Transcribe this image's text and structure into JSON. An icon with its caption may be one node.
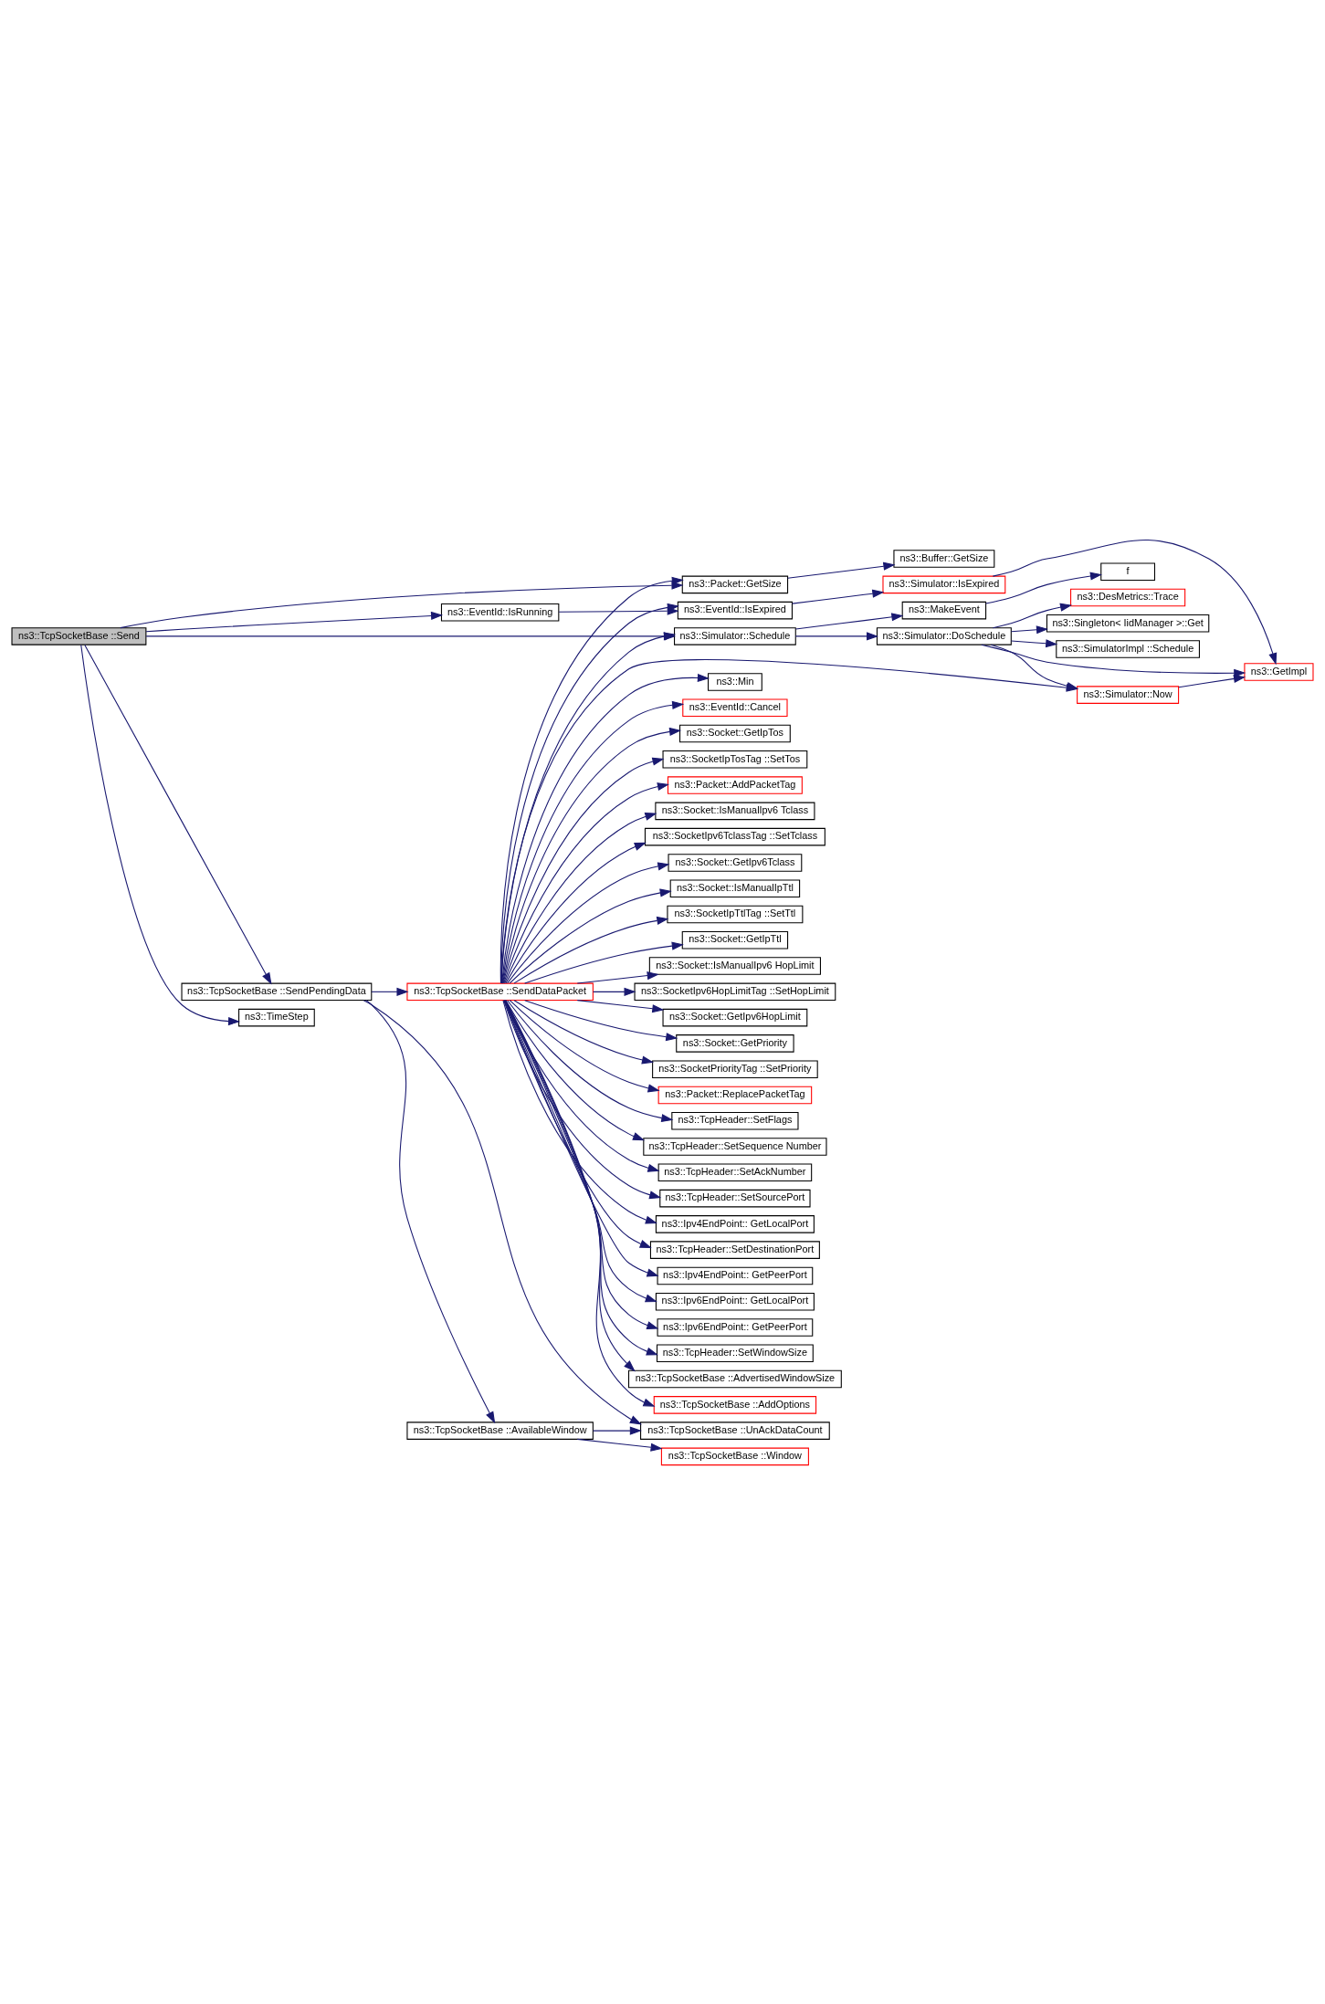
{
  "diagram": {
    "nodes": [
      {
        "text": [
          "ns3::TcpSocketBase ::Send"
        ]
      },
      {
        "text": [
          "ns3::Packet::GetSize"
        ]
      },
      {
        "text": [
          "ns3::EventId::IsRunning"
        ]
      },
      {
        "text": [
          "ns3::EventId::IsExpired"
        ]
      },
      {
        "text": [
          "ns3::Simulator::Schedule"
        ]
      },
      {
        "text": [
          "ns3::TcpSocketBase ::SendPendingData"
        ]
      },
      {
        "text": [
          "ns3::TimeStep"
        ]
      },
      {
        "text": [
          "ns3::Buffer::GetSize"
        ]
      },
      {
        "text": [
          "ns3::Simulator::IsExpired"
        ]
      },
      {
        "text": [
          "ns3::MakeEvent"
        ]
      },
      {
        "text": [
          "ns3::Simulator::DoSchedule"
        ]
      },
      {
        "text": [
          "f"
        ]
      },
      {
        "text": [
          "ns3::SimulatorImpl ::Schedule"
        ]
      },
      {
        "text": [
          "ns3::DesMetrics::Trace"
        ]
      },
      {
        "text": [
          "ns3::Singleton< IidManager >::Get"
        ]
      },
      {
        "text": [
          "ns3::GetImpl"
        ]
      },
      {
        "text": [
          "ns3::Simulator::Now"
        ]
      },
      {
        "text": [
          "ns3::TcpSocketBase ::SendDataPacket"
        ]
      },
      {
        "text": [
          "ns3::TcpSocketBase ::AvailableWindow"
        ]
      },
      {
        "text": [
          "ns3::SocketPriorityTag ::SetPriority"
        ]
      },
      {
        "text": [
          "ns3::Packet::ReplacePacketTag"
        ]
      },
      {
        "text": [
          "ns3::TcpHeader::SetFlags"
        ]
      },
      {
        "text": [
          "ns3::TcpHeader::SetSequence Number"
        ]
      },
      {
        "text": [
          "ns3::TcpHeader::SetAckNumber"
        ]
      },
      {
        "text": [
          "ns3::TcpHeader::SetSourcePort"
        ]
      },
      {
        "text": [
          "ns3::Ipv4EndPoint:: GetLocalPort"
        ]
      },
      {
        "text": [
          "ns3::TcpHeader::SetDestinationPort"
        ]
      },
      {
        "text": [
          "ns3::Ipv4EndPoint:: GetPeerPort"
        ]
      },
      {
        "text": [
          "ns3::Ipv6EndPoint:: GetLocalPort"
        ]
      },
      {
        "text": [
          "ns3::Ipv6EndPoint:: GetPeerPort"
        ]
      },
      {
        "text": [
          "ns3::TcpHeader::SetWindowSize"
        ]
      },
      {
        "text": [
          "ns3::TcpSocketBase ::AdvertisedWindowSize"
        ]
      },
      {
        "text": [
          "ns3::TcpSocketBase ::AddOptions"
        ]
      },
      {
        "text": [
          "ns3::Min"
        ]
      },
      {
        "text": [
          "ns3::EventId::Cancel"
        ]
      },
      {
        "text": [
          "ns3::Socket::GetIpTos"
        ]
      },
      {
        "text": [
          "ns3::SocketIpTosTag ::SetTos"
        ]
      },
      {
        "text": [
          "ns3::Packet::AddPacketTag"
        ]
      },
      {
        "text": [
          "ns3::Socket::IsManualIpv6 Tclass"
        ]
      },
      {
        "text": [
          "ns3::SocketIpv6TclassTag ::SetTclass"
        ]
      },
      {
        "text": [
          "ns3::Socket::GetIpv6Tclass"
        ]
      },
      {
        "text": [
          "ns3::Socket::IsManualIpTtl"
        ]
      },
      {
        "text": [
          "ns3::SocketIpTtlTag ::SetTtl"
        ]
      },
      {
        "text": [
          "ns3::Socket::GetIpTtl"
        ]
      },
      {
        "text": [
          "ns3::Socket::IsManualIpv6 HopLimit"
        ]
      },
      {
        "text": [
          "ns3::SocketIpv6HopLimitTag ::SetHopLimit"
        ]
      },
      {
        "text": [
          "ns3::Socket::GetIpv6HopLimit"
        ]
      },
      {
        "text": [
          "ns3::Socket::GetPriority"
        ]
      },
      {
        "text": [
          "ns3::TcpSocketBase ::UnAckDataCount"
        ]
      },
      {
        "text": [
          "ns3::TcpSocketBase ::Window"
        ]
      }
    ],
    "edges": [
      {
        "from": 0,
        "to": 1,
        "arrow": "to"
      },
      {
        "from": 0,
        "to": 2,
        "arrow": "to"
      },
      {
        "from": 0,
        "to": 4,
        "arrow": "to"
      },
      {
        "from": 0,
        "to": 5,
        "arrow": "to"
      },
      {
        "from": 0,
        "to": 6,
        "arrow": "to"
      },
      {
        "from": 1,
        "to": 7,
        "arrow": "to"
      },
      {
        "from": 2,
        "to": 3,
        "arrow": "to"
      },
      {
        "from": 3,
        "to": 8,
        "arrow": "to"
      },
      {
        "from": 8,
        "to": 15,
        "arrow": "to"
      },
      {
        "from": 4,
        "to": 9,
        "arrow": "to"
      },
      {
        "from": 4,
        "to": 10,
        "arrow": "to"
      },
      {
        "from": 9,
        "to": 11,
        "arrow": "to"
      },
      {
        "from": 10,
        "to": 12,
        "arrow": "to"
      },
      {
        "from": 10,
        "to": 13,
        "arrow": "to"
      },
      {
        "from": 10,
        "to": 14,
        "arrow": "to"
      },
      {
        "from": 10,
        "to": 15,
        "arrow": "to"
      },
      {
        "from": 10,
        "to": 16,
        "arrow": "to"
      },
      {
        "from": 16,
        "to": 15,
        "arrow": "to"
      },
      {
        "from": 5,
        "to": 17,
        "arrow": "to"
      },
      {
        "from": 5,
        "to": 18,
        "arrow": "to"
      },
      {
        "from": 5,
        "to": 48,
        "arrow": "to"
      },
      {
        "from": 17,
        "to": 1,
        "arrow": "to"
      },
      {
        "from": 17,
        "to": 3,
        "arrow": "to"
      },
      {
        "from": 17,
        "to": 4,
        "arrow": "to"
      },
      {
        "from": 17,
        "to": 16,
        "arrow": "to"
      },
      {
        "from": 17,
        "to": 19,
        "arrow": "to"
      },
      {
        "from": 17,
        "to": 20,
        "arrow": "to"
      },
      {
        "from": 17,
        "to": 21,
        "arrow": "to"
      },
      {
        "from": 17,
        "to": 22,
        "arrow": "to"
      },
      {
        "from": 17,
        "to": 23,
        "arrow": "to"
      },
      {
        "from": 17,
        "to": 24,
        "arrow": "to"
      },
      {
        "from": 17,
        "to": 25,
        "arrow": "to"
      },
      {
        "from": 17,
        "to": 26,
        "arrow": "to"
      },
      {
        "from": 17,
        "to": 27,
        "arrow": "to"
      },
      {
        "from": 17,
        "to": 28,
        "arrow": "to"
      },
      {
        "from": 17,
        "to": 29,
        "arrow": "to"
      },
      {
        "from": 17,
        "to": 30,
        "arrow": "to"
      },
      {
        "from": 17,
        "to": 31,
        "arrow": "to"
      },
      {
        "from": 17,
        "to": 32,
        "arrow": "to"
      },
      {
        "from": 17,
        "to": 33,
        "arrow": "to"
      },
      {
        "from": 17,
        "to": 34,
        "arrow": "to"
      },
      {
        "from": 17,
        "to": 35,
        "arrow": "to"
      },
      {
        "from": 17,
        "to": 36,
        "arrow": "to"
      },
      {
        "from": 17,
        "to": 37,
        "arrow": "to"
      },
      {
        "from": 17,
        "to": 38,
        "arrow": "to"
      },
      {
        "from": 17,
        "to": 39,
        "arrow": "to"
      },
      {
        "from": 17,
        "to": 40,
        "arrow": "to"
      },
      {
        "from": 17,
        "to": 41,
        "arrow": "to"
      },
      {
        "from": 17,
        "to": 42,
        "arrow": "to"
      },
      {
        "from": 17,
        "to": 43,
        "arrow": "to"
      },
      {
        "from": 17,
        "to": 44,
        "arrow": "to"
      },
      {
        "from": 17,
        "to": 45,
        "arrow": "to"
      },
      {
        "from": 17,
        "to": 46,
        "arrow": "to"
      },
      {
        "from": 17,
        "to": 47,
        "arrow": "to"
      },
      {
        "from": 18,
        "to": 48,
        "arrow": "to"
      },
      {
        "from": 18,
        "to": 49,
        "arrow": "to"
      }
    ]
  }
}
